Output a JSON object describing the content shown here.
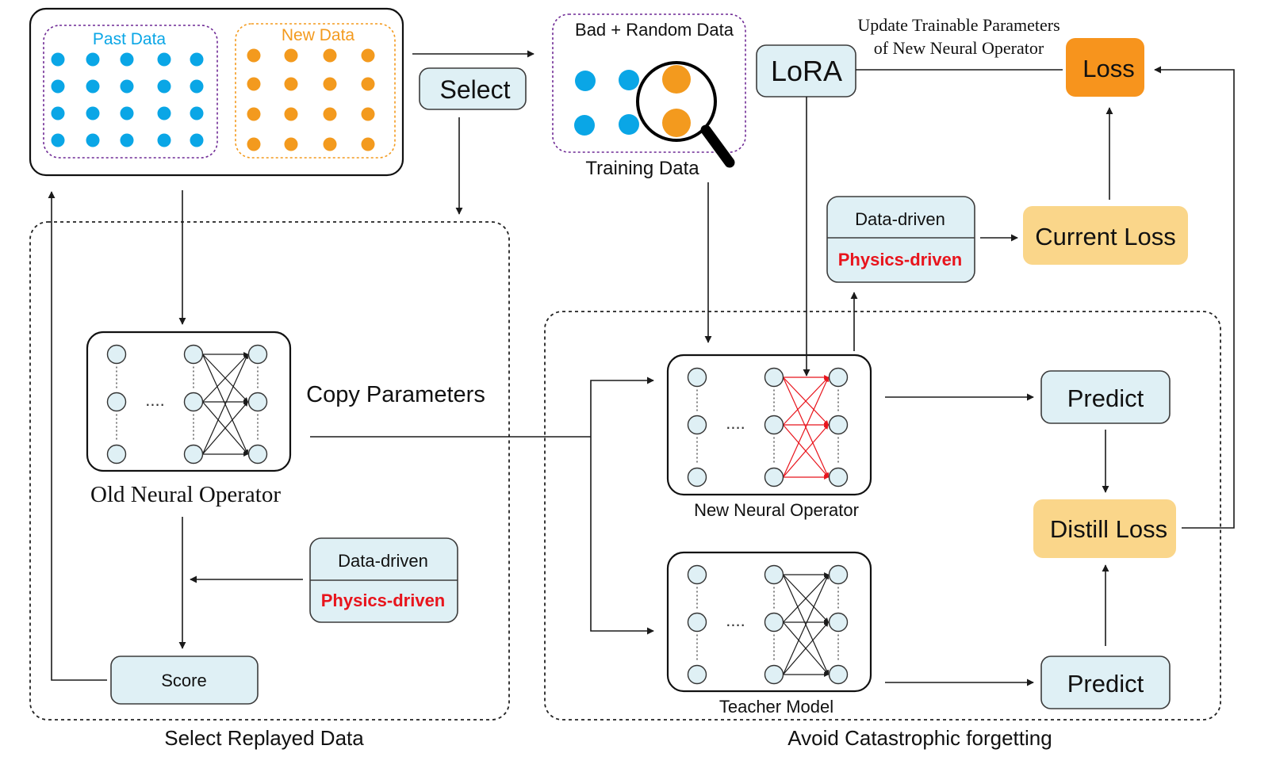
{
  "colors": {
    "past_dot": "#0aa6e6",
    "new_dot": "#f39a1e",
    "past_border": "#6f2a95",
    "new_border": "#f39a1e",
    "box_fill": "#dff0f5",
    "box_stroke": "#3c3c3c",
    "loss_fill": "#f7941d",
    "soft_loss_fill": "#fad68a",
    "physics_text": "#e8141c",
    "lora_edges": "#e8141c"
  },
  "data_pool": {
    "past_label": "Past Data",
    "new_label": "New Data"
  },
  "select_label": "Select",
  "training": {
    "title": "Bad + Random Data",
    "caption": "Training Data",
    "icon": "magnifier-icon"
  },
  "lora_label": "LoRA",
  "update_note": {
    "line1": "Update Trainable Parameters",
    "line2": "of New Neural Operator"
  },
  "loss_label": "Loss",
  "current_loss_label": "Current Loss",
  "distill_loss_label": "Distill Loss",
  "predict_top_label": "Predict",
  "predict_bottom_label": "Predict",
  "driven_top": {
    "data": "Data-driven",
    "physics": "Physics-driven"
  },
  "driven_bottom": {
    "data": "Data-driven",
    "physics": "Physics-driven"
  },
  "copy_params_label": "Copy Parameters",
  "old_operator_label": "Old Neural Operator",
  "new_operator_label": "New Neural Operator",
  "teacher_label": "Teacher Model",
  "score_label": "Score",
  "region_left_label": "Select Replayed Data",
  "region_right_label": "Avoid Catastrophic forgetting",
  "network_dots": "...."
}
